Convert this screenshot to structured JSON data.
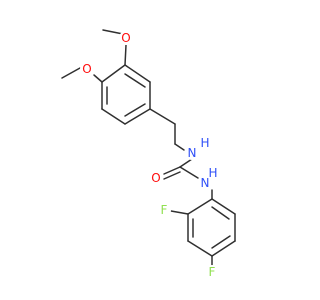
{
  "colors": {
    "background": "#ffffff",
    "bond": "#303030",
    "oxygen": "#ff0d0d",
    "nitrogen": "#3050f8",
    "fluorine": "#90e050"
  },
  "atoms": {
    "o_methoxy_top": "O",
    "o_methoxy_left": "O",
    "n_upper": "N",
    "h_upper": "H",
    "o_carbonyl": "O",
    "n_lower": "N",
    "h_lower": "H",
    "f_ortho": "F",
    "f_para": "F"
  }
}
